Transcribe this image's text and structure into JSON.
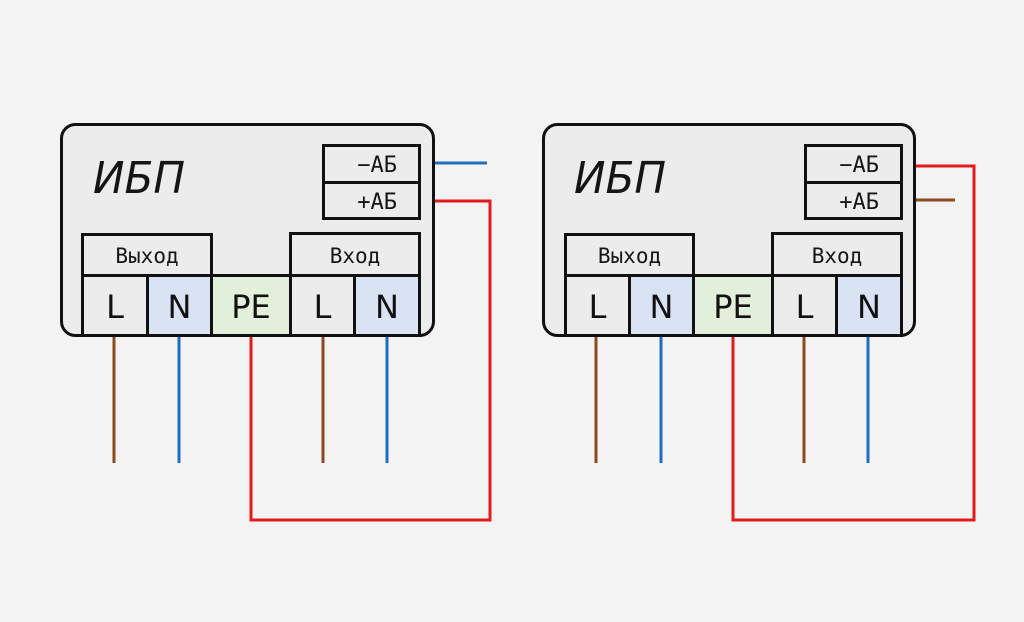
{
  "colors": {
    "background": "#f3f3f3",
    "unit_fill": "#ececec",
    "outline": "#111111",
    "neutral_terminal_fill": "#dae3f3",
    "earth_terminal_fill": "#e2efda",
    "phase_terminal_fill": "#ececec",
    "wire_brown": "#8b4a1f",
    "wire_blue": "#1f6fc0",
    "wire_red": "#e31b1b"
  },
  "units": [
    {
      "title": "ИБП",
      "battery_terminals": {
        "negative_label": "−АБ",
        "positive_label": "+АБ",
        "negative_wire_color": "blue",
        "positive_wire_color": "red",
        "positive_wire_connects_to": "PE"
      },
      "output_group": {
        "label": "Выход",
        "terminals": [
          {
            "label": "L",
            "kind": "phase",
            "wire_color": "brown"
          },
          {
            "label": "N",
            "kind": "neutral",
            "wire_color": "blue"
          }
        ]
      },
      "earth_terminal": {
        "label": "PE",
        "kind": "earth",
        "wire_color": "red"
      },
      "input_group": {
        "label": "Вход",
        "terminals": [
          {
            "label": "L",
            "kind": "phase",
            "wire_color": "brown"
          },
          {
            "label": "N",
            "kind": "neutral",
            "wire_color": "blue"
          }
        ]
      }
    },
    {
      "title": "ИБП",
      "battery_terminals": {
        "negative_label": "−АБ",
        "positive_label": "+АБ",
        "negative_wire_color": "red",
        "positive_wire_color": "brown",
        "negative_wire_connects_to": "PE"
      },
      "output_group": {
        "label": "Выход",
        "terminals": [
          {
            "label": "L",
            "kind": "phase",
            "wire_color": "brown"
          },
          {
            "label": "N",
            "kind": "neutral",
            "wire_color": "blue"
          }
        ]
      },
      "earth_terminal": {
        "label": "PE",
        "kind": "earth",
        "wire_color": "red"
      },
      "input_group": {
        "label": "Вход",
        "terminals": [
          {
            "label": "L",
            "kind": "phase",
            "wire_color": "brown"
          },
          {
            "label": "N",
            "kind": "neutral",
            "wire_color": "blue"
          }
        ]
      }
    }
  ]
}
